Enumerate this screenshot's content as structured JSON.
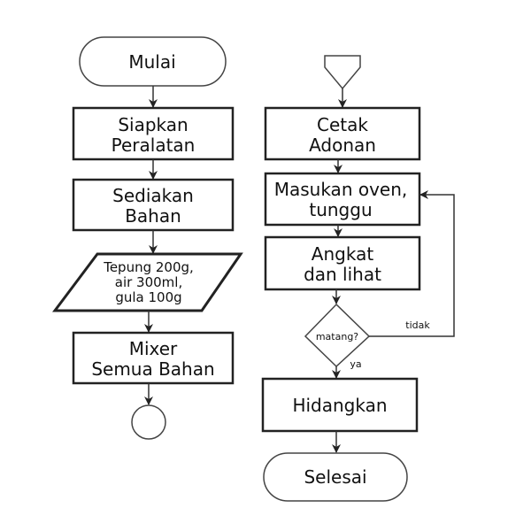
{
  "title": "Flowchart membuat kue",
  "left_column": {
    "start": "Mulai",
    "step1": [
      "Siapkan",
      "Peralatan"
    ],
    "step2": [
      "Sediakan",
      "Bahan"
    ],
    "input": [
      "Tepung 200g,",
      "air 300ml,",
      "gula 100g"
    ],
    "step3": [
      "Mixer",
      "Semua Bahan"
    ]
  },
  "right_column": {
    "step4": [
      "Cetak",
      "Adonan"
    ],
    "step5": [
      "Masukan oven,",
      "tunggu"
    ],
    "step6": [
      "Angkat",
      "dan lihat"
    ],
    "decision": "matang?",
    "no_label": "tidak",
    "yes_label": "ya",
    "step7": "Hidangkan",
    "end": "Selesai"
  }
}
